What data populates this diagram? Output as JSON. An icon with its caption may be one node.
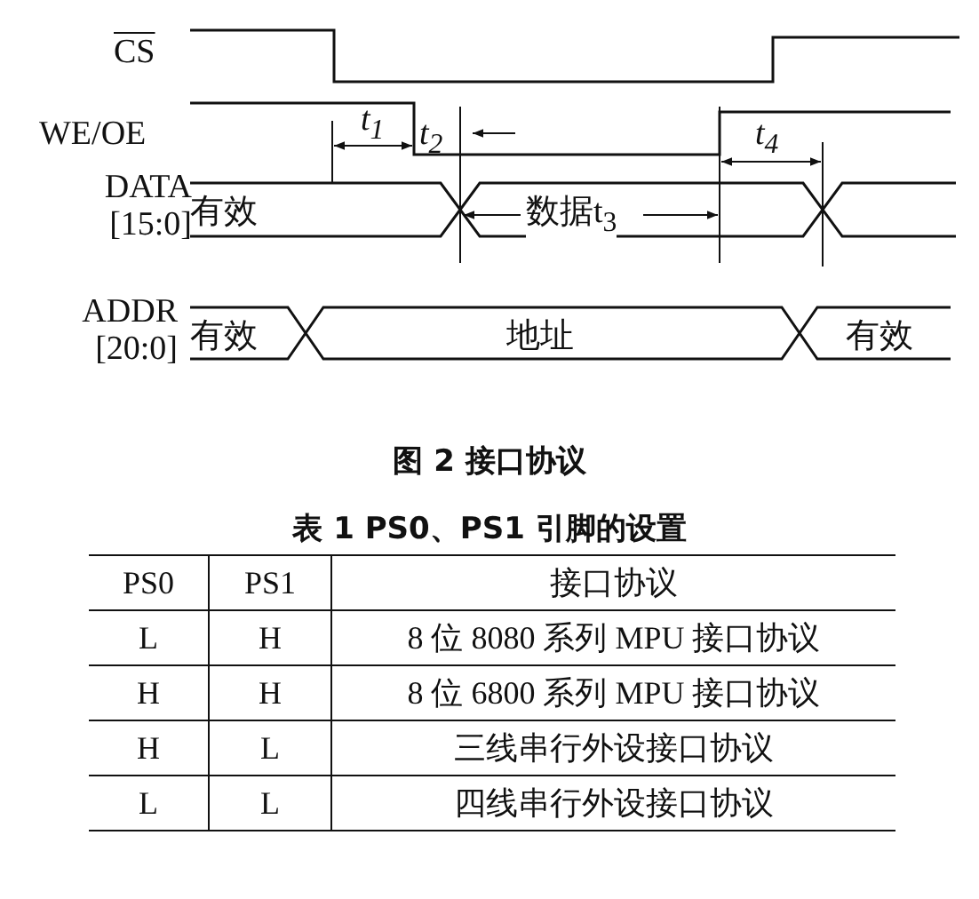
{
  "diagram": {
    "caption": "图 2 接口协议",
    "labels": [
      "CS",
      "WE/OE",
      "t$_{1}$",
      "t$_{2}$",
      "DATA [15:0]",
      "有效",
      "数据t$_{3}$",
      "t$_{4}$",
      "ADDR [20:0]",
      "有效",
      "地址",
      "有效",
      "表 1 PS0、PS1 引脚的设置",
      "PS0",
      "PS1",
      "接口协议",
      "L",
      "H",
      "8 位 8080 系列 MPU 接口协议",
      "H",
      "H",
      "8 位 6800 系列 MPU 接口协议",
      "H",
      "L",
      "三线串行外设接口协议",
      "L",
      "L",
      "四线串行外设接口协议"
    ]
  }
}
